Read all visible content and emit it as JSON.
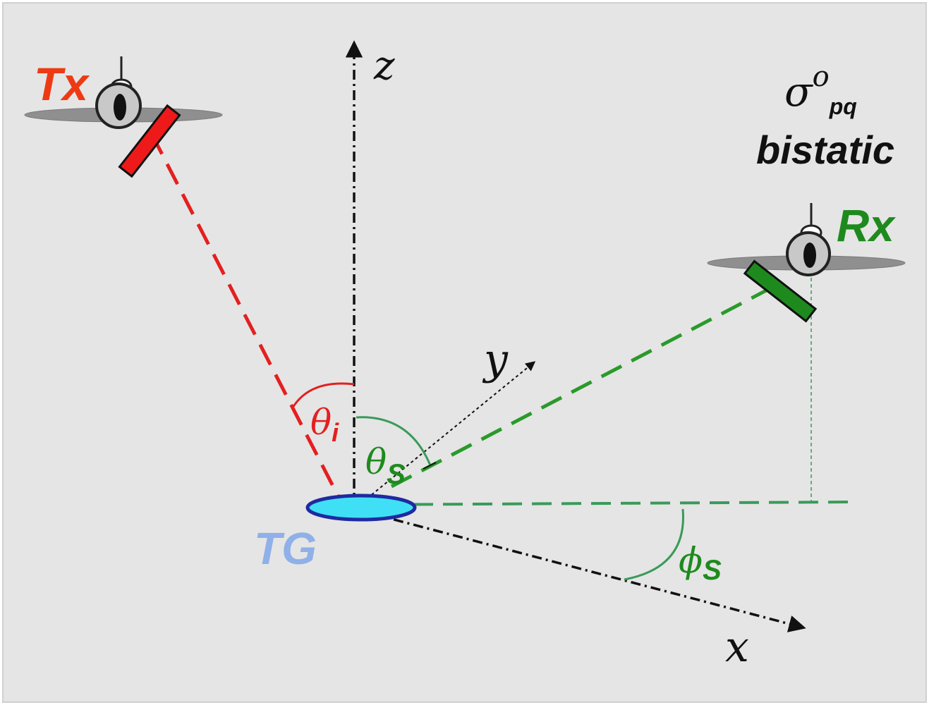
{
  "labels": {
    "tx": "Tx",
    "rx": "Rx",
    "tg": "TG",
    "axis_z": "z",
    "axis_y": "y",
    "axis_x": "x",
    "theta_i": "θ",
    "theta_i_sub": "i",
    "theta_s": "θ",
    "theta_s_sub": "S",
    "phi_s": "ϕ",
    "phi_s_sub": "S",
    "sigma": "σ",
    "sigma_sup": "o",
    "sigma_sub": "pq",
    "bistatic": "bistatic"
  },
  "colors": {
    "background": "#e5e5e5",
    "tx": "#ee3a14",
    "tx_beam": "#e41f1f",
    "rx": "#1e8a1e",
    "rx_beam": "#2a9a2a",
    "projection": "#3a9a5a",
    "target_fill": "#3fe0f5",
    "target_stroke": "#1f2aa0",
    "tg_label": "#8fb0e8",
    "axes": "#111111",
    "aircraft_body": "#9a9a9a",
    "antenna_outline": "#111111"
  },
  "icons": {
    "transmitter": "aircraft-icon",
    "receiver": "aircraft-icon",
    "target": "ellipse-target-icon"
  }
}
